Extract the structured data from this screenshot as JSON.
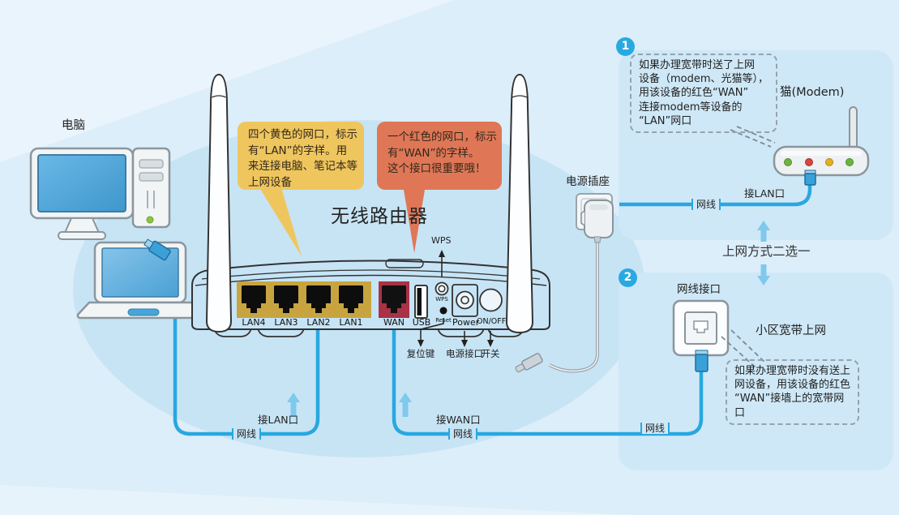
{
  "left": {
    "computer_label": "电脑"
  },
  "router": {
    "name": "无线路由器",
    "wps_pointer": "WPS",
    "port_labels": [
      "LAN4",
      "LAN3",
      "LAN2",
      "LAN1",
      "WAN",
      "USB"
    ],
    "wps_label": "WPS",
    "reset_label": "Reset",
    "power_label": "Power",
    "onoff_label": "ON/OFF",
    "reset_cn": "复位键",
    "power_cn": "电源接口",
    "switch_cn": "开关"
  },
  "callout_lan": {
    "lines": [
      "四个黄色的网口，标示",
      "有“LAN”的字样。用",
      "来连接电脑、笔记本等",
      "上网设备"
    ]
  },
  "callout_wan": {
    "lines": [
      "一个红色的网口，标示",
      "有“WAN”的字样。",
      "这个接口很重要哦！"
    ]
  },
  "socket": {
    "label": "电源插座"
  },
  "links": {
    "lan_cable_tag": "网线",
    "lan_port": "接LAN口",
    "wan_cable_tag": "网线",
    "wan_port": "接WAN口",
    "choice": "上网方式二选一"
  },
  "option1": {
    "badge": "1",
    "note_lines": [
      "如果办理宽带时送了上网",
      "设备（modem、光猫等），",
      "用该设备的红色“WAN”",
      "连接modem等设备的",
      "“LAN”网口"
    ],
    "device": "猫(Modem)",
    "port": "接LAN口",
    "cable_tag": "网线"
  },
  "option2": {
    "badge": "2",
    "jack": "网线接口",
    "title": "小区宽带上网",
    "note_lines": [
      "如果办理宽带时没有送上",
      "网设备，用该设备的红色",
      "“WAN”接墙上的宽带网",
      "口"
    ],
    "cable_tag": "网线"
  },
  "colors": {
    "cable_blue": "#29a7e0",
    "badge_blue": "#29a9e1",
    "lan_panel_yellow": "#c8a441",
    "wan_panel_red": "#a93246",
    "callout_lan_bg": "#efc65e",
    "callout_wan_bg": "#df7757",
    "led_green": "#6db33f",
    "led_red": "#d9443f",
    "led_amber": "#e2b122",
    "panel_bg": "#cfe8f7",
    "ellipse_bg": "#c7e4f5",
    "page_bg": "#dceef9"
  }
}
